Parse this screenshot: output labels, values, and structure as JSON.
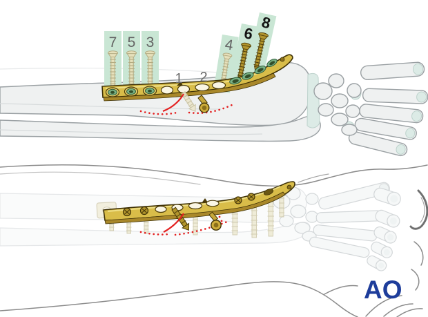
{
  "screw_labels": {
    "proximal_group": [
      "7",
      "5",
      "3"
    ],
    "shaft_holes": [
      "1",
      "2"
    ],
    "distal_group": [
      "4",
      "6",
      "8"
    ]
  },
  "logo": {
    "text": "AO"
  },
  "icons": {
    "screw": "bone-screw-icon",
    "plate": "fixation-plate",
    "fracture": "fracture-line"
  },
  "colors": {
    "highlight_green": "#c9e6d4",
    "plate_gold": "#d9bd49",
    "screw_gold_dark": "#b2952d",
    "screw_faded": "#e6e0bb",
    "fracture_red": "#e32020",
    "bone_fill": "#eff1f1",
    "cartilage_teal": "#dcebe6",
    "logo_blue": "#1e3d9b"
  }
}
